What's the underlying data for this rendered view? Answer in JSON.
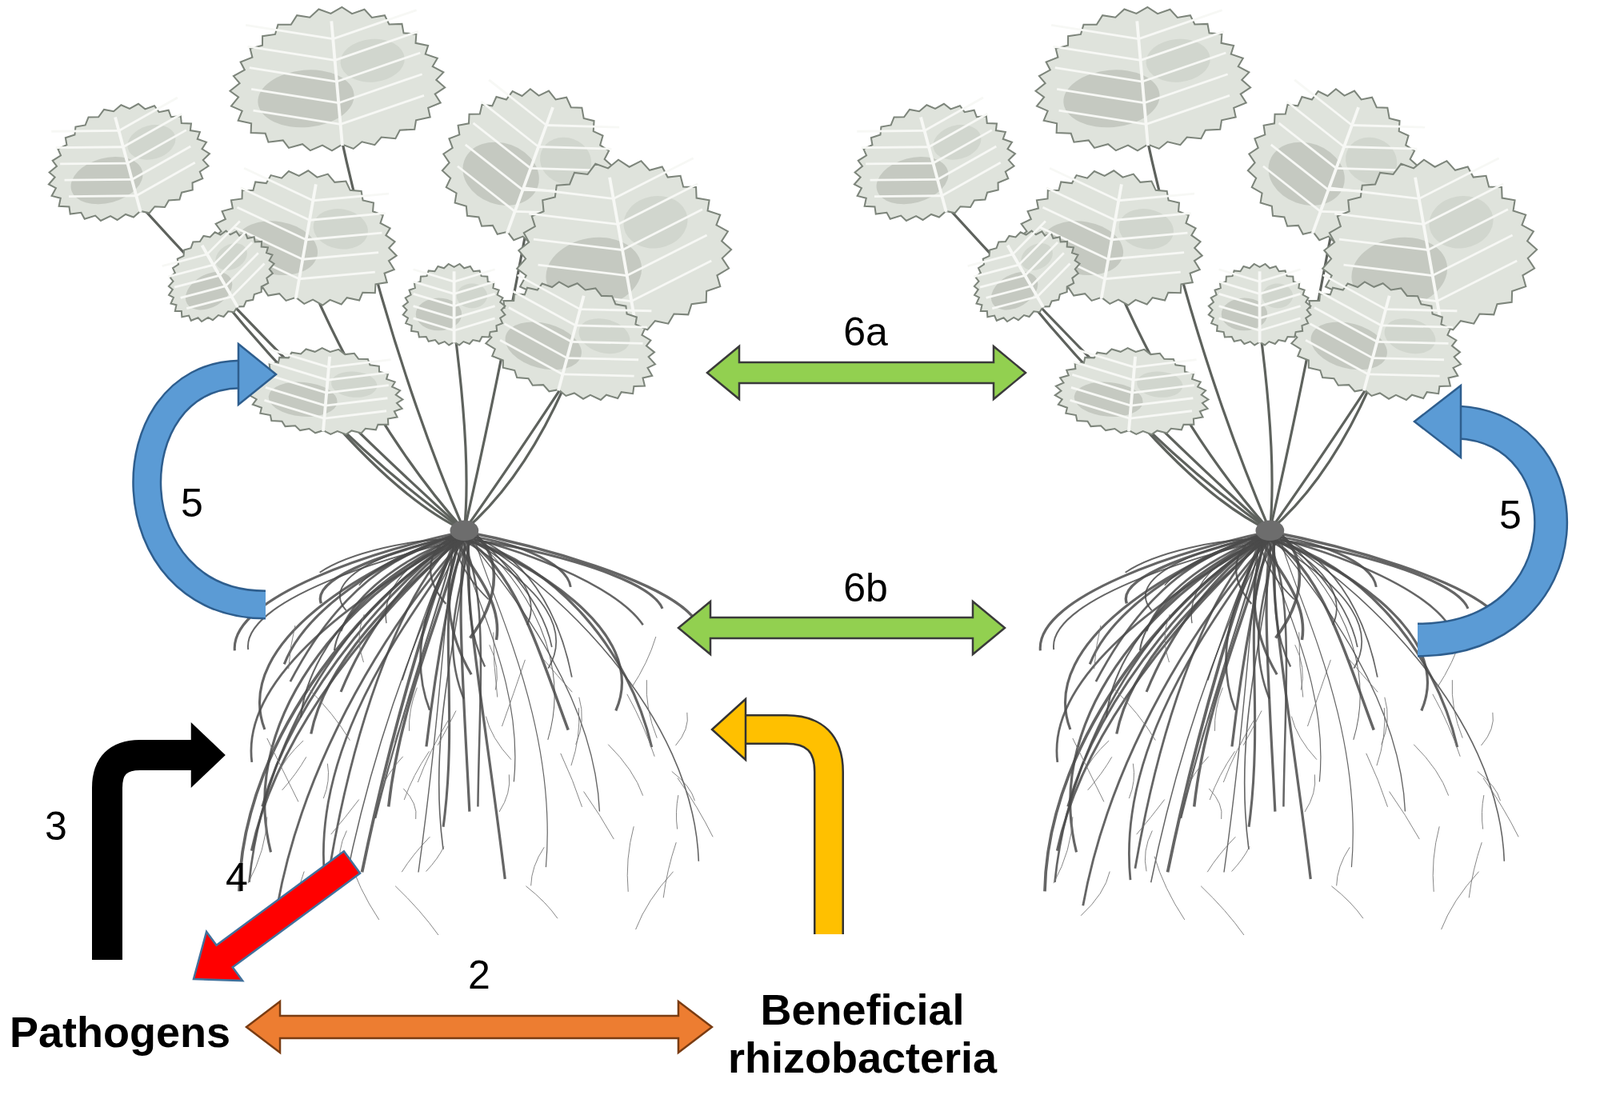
{
  "diagram": {
    "nodes": [
      {
        "text": [
          "Pathogens"
        ]
      },
      {
        "text": [
          "Beneficial rhizobacteria"
        ]
      }
    ],
    "edges": [
      {
        "from": 0,
        "to": 1,
        "label": "2",
        "arrow": "both"
      }
    ],
    "labels": [
      "6a",
      "5",
      "5",
      "6b",
      "3",
      "4"
    ]
  }
}
